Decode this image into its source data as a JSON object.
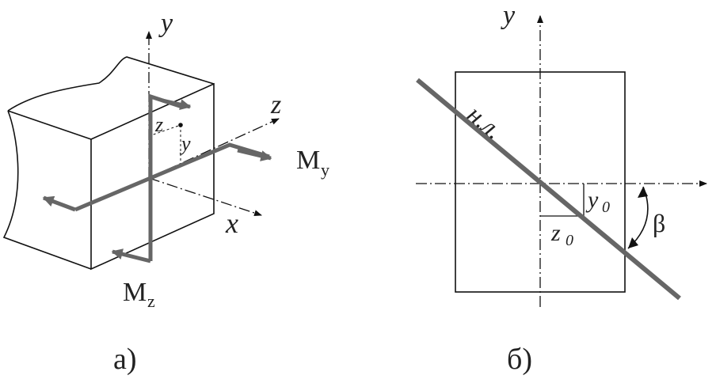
{
  "colors": {
    "line": "#111111",
    "vector": "#666666",
    "background": "#ffffff"
  },
  "figure_a": {
    "axis_y": "y",
    "axis_z": "z",
    "axis_x": "x",
    "point_z_label": "z",
    "point_y_label": "y",
    "moment_y": "M",
    "moment_y_sub": "y",
    "moment_z": "M",
    "moment_z_sub": "z",
    "caption": "а)"
  },
  "figure_b": {
    "axis_y": "y",
    "neutral_line_label": "н.л.",
    "y0_main": "y",
    "y0_sub": "0",
    "z0_main": "z",
    "z0_sub": "0",
    "angle_label": "β",
    "caption": "б)"
  }
}
